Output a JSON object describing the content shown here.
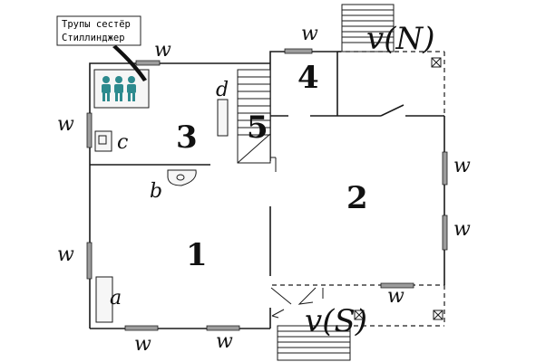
{
  "caption": {
    "line1": "Трупы сестёр",
    "line2": "Стиллинджер"
  },
  "rooms": {
    "r1": "1",
    "r2": "2",
    "r3": "3",
    "r4": "4",
    "r5": "5"
  },
  "letters": {
    "a": "a",
    "b": "b",
    "c": "c",
    "d": "d"
  },
  "window_label": "w",
  "vents": {
    "north": "v(N)",
    "south": "v(S)"
  },
  "colors": {
    "bodies": "#2d8a8e",
    "windows": "#9c9c9c",
    "walls": "#1a1a1a"
  },
  "icons": {
    "body_markers": "human-figure-icon",
    "vent_marker": "crossed-square-icon"
  }
}
